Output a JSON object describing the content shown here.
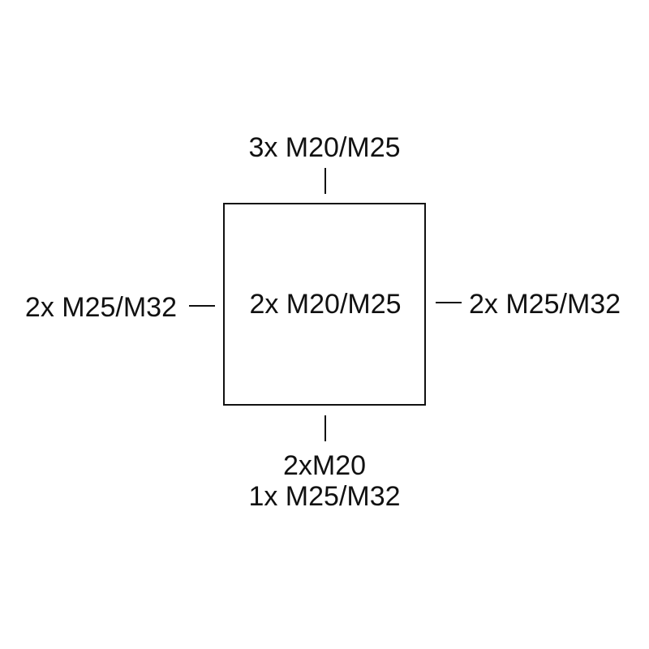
{
  "diagram": {
    "top_label": "3x M20/M25",
    "center_label": "2x M20/M25",
    "left_label": "2x M25/M32",
    "right_label": "2x M25/M32",
    "bottom_label_line1": "2xM20",
    "bottom_label_line2": "1x M25/M32"
  }
}
